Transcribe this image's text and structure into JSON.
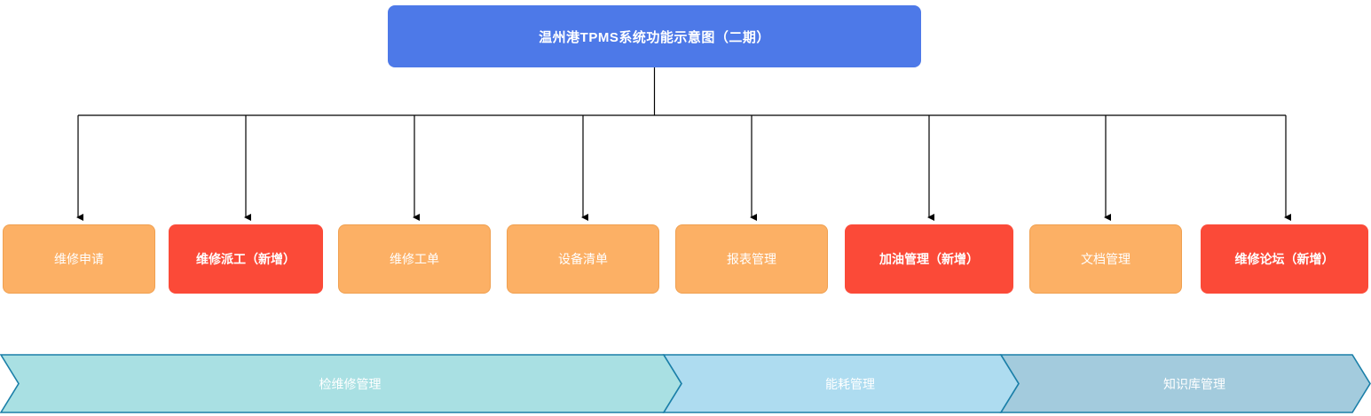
{
  "diagram": {
    "root": {
      "label": "温州港TPMS系统功能示意图（二期）",
      "color": "#4d79e8",
      "text_color": "#ffffff"
    },
    "colors": {
      "orange": "#fcb065",
      "red": "#fb4a38",
      "banner_teal": "#a9e0e3",
      "banner_blue": "#aedcf0",
      "banner_gray_blue": "#a3cbdd",
      "banner_stroke": "#1a7fa8",
      "connector": "#000000"
    },
    "nodes": [
      {
        "label": "维修申请",
        "color": "orange",
        "highlight": false
      },
      {
        "label": "维修派工（新增）",
        "color": "red",
        "highlight": true
      },
      {
        "label": "维修工单",
        "color": "orange",
        "highlight": false
      },
      {
        "label": "设备清单",
        "color": "orange",
        "highlight": false
      },
      {
        "label": "报表管理",
        "color": "orange",
        "highlight": false
      },
      {
        "label": "加油管理（新增）",
        "color": "red",
        "highlight": true
      },
      {
        "label": "文档管理",
        "color": "orange",
        "highlight": false
      },
      {
        "label": "维修论坛（新增）",
        "color": "red",
        "highlight": true
      }
    ],
    "banners": [
      {
        "label": "检维修管理",
        "color": "#a9e0e3"
      },
      {
        "label": "能耗管理",
        "color": "#aedcf0"
      },
      {
        "label": "知识库管理",
        "color": "#a3cbdd"
      }
    ]
  }
}
